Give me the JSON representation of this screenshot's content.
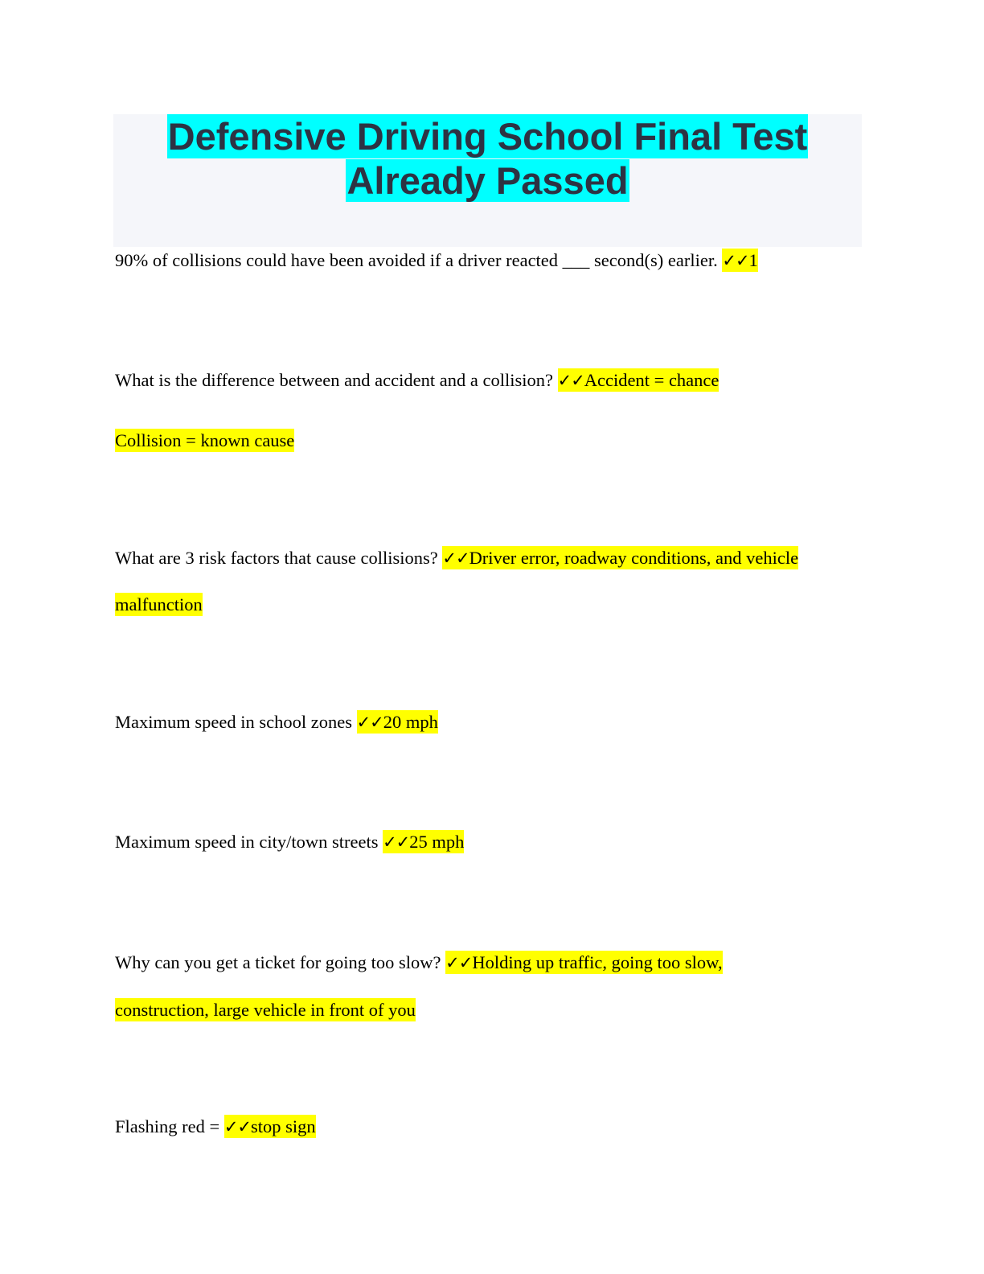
{
  "document": {
    "title_line1": "Defensive Driving School Final Test",
    "title_line2": "Already Passed",
    "check_mark": "✓✓",
    "colors": {
      "title_highlight": "#00ffff",
      "title_text": "#2d3343",
      "header_background": "#f5f6fa",
      "answer_highlight": "#ffff00"
    }
  },
  "items": [
    {
      "question": "90% of collisions could have been avoided if a driver reacted ___ second(s) earlier.",
      "answer_line1": "1",
      "answer_line2": ""
    },
    {
      "question": "What is the difference between and accident and a collision?",
      "answer_line1": "Accident = chance",
      "answer_line2": "Collision = known cause"
    },
    {
      "question": "What are 3 risk factors that cause collisions?",
      "answer_line1": "Driver error, roadway conditions, and vehicle",
      "answer_line2": "malfunction"
    },
    {
      "question": "Maximum speed in school zones",
      "answer_line1": "20 mph",
      "answer_line2": ""
    },
    {
      "question": "Maximum speed in city/town streets",
      "answer_line1": "25 mph",
      "answer_line2": ""
    },
    {
      "question": "Why can you get a ticket for going too slow?",
      "answer_line1": "Holding up traffic, going too slow,",
      "answer_line2": "construction, large vehicle in front of you"
    },
    {
      "question": "Flashing red =",
      "answer_line1": "stop sign",
      "answer_line2": ""
    }
  ]
}
